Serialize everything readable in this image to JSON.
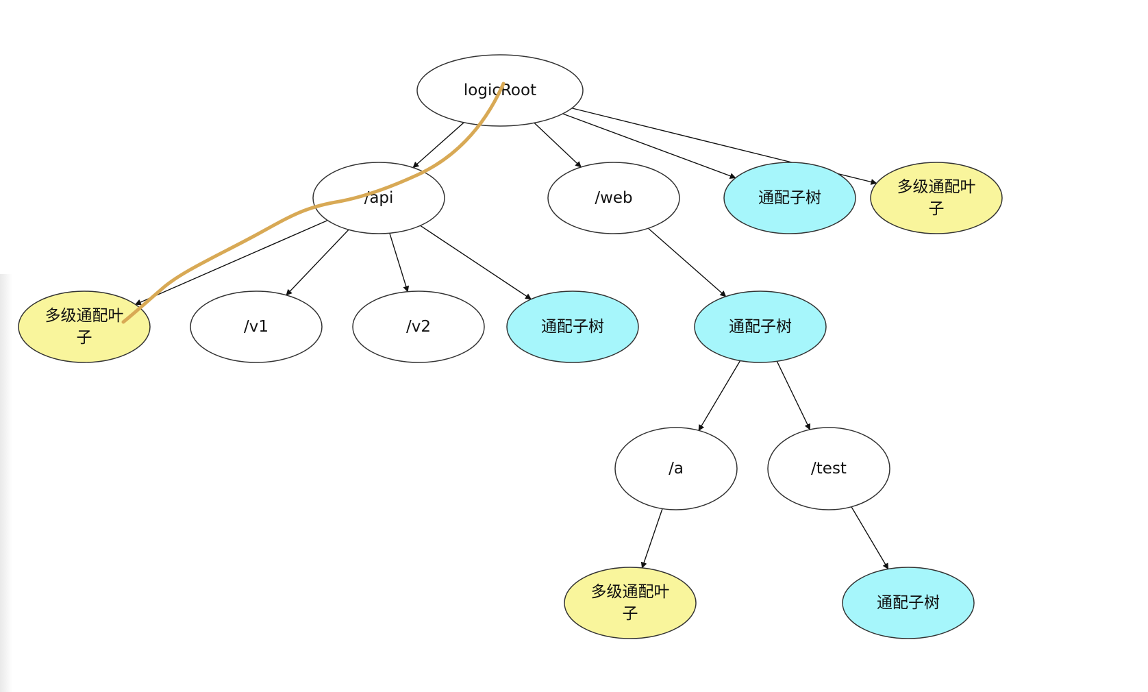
{
  "colors": {
    "plain": "#ffffff",
    "wildcard_leaf": "#f9f59c",
    "wildcard_subtree": "#a6f6fb",
    "stroke": "#333333",
    "edge": "#111111",
    "highlight_path": "#d8a955"
  },
  "nodes": [
    {
      "id": "logicRoot",
      "lines": [
        "logicRoot"
      ],
      "kind": "plain"
    },
    {
      "id": "api",
      "lines": [
        "/api"
      ],
      "kind": "plain"
    },
    {
      "id": "web",
      "lines": [
        "/web"
      ],
      "kind": "plain"
    },
    {
      "id": "root-subtree",
      "lines": [
        "通配子树"
      ],
      "kind": "wildcard_subtree"
    },
    {
      "id": "root-leaf",
      "lines": [
        "多级通配叶",
        "子"
      ],
      "kind": "wildcard_leaf"
    },
    {
      "id": "api-leaf",
      "lines": [
        "多级通配叶",
        "子"
      ],
      "kind": "wildcard_leaf"
    },
    {
      "id": "v1",
      "lines": [
        "/v1"
      ],
      "kind": "plain"
    },
    {
      "id": "v2",
      "lines": [
        "/v2"
      ],
      "kind": "plain"
    },
    {
      "id": "api-subtree",
      "lines": [
        "通配子树"
      ],
      "kind": "wildcard_subtree"
    },
    {
      "id": "web-subtree",
      "lines": [
        "通配子树"
      ],
      "kind": "wildcard_subtree"
    },
    {
      "id": "a",
      "lines": [
        "/a"
      ],
      "kind": "plain"
    },
    {
      "id": "test",
      "lines": [
        "/test"
      ],
      "kind": "plain"
    },
    {
      "id": "a-leaf",
      "lines": [
        "多级通配叶",
        "子"
      ],
      "kind": "wildcard_leaf"
    },
    {
      "id": "test-subtree",
      "lines": [
        "通配子树"
      ],
      "kind": "wildcard_subtree"
    }
  ],
  "edges": [
    {
      "from": "logicRoot",
      "to": "api"
    },
    {
      "from": "logicRoot",
      "to": "web"
    },
    {
      "from": "logicRoot",
      "to": "root-subtree"
    },
    {
      "from": "logicRoot",
      "to": "root-leaf"
    },
    {
      "from": "api",
      "to": "api-leaf"
    },
    {
      "from": "api",
      "to": "v1"
    },
    {
      "from": "api",
      "to": "v2"
    },
    {
      "from": "api",
      "to": "api-subtree"
    },
    {
      "from": "web",
      "to": "web-subtree"
    },
    {
      "from": "web-subtree",
      "to": "a"
    },
    {
      "from": "web-subtree",
      "to": "test"
    },
    {
      "from": "a",
      "to": "a-leaf"
    },
    {
      "from": "test",
      "to": "test-subtree"
    }
  ]
}
